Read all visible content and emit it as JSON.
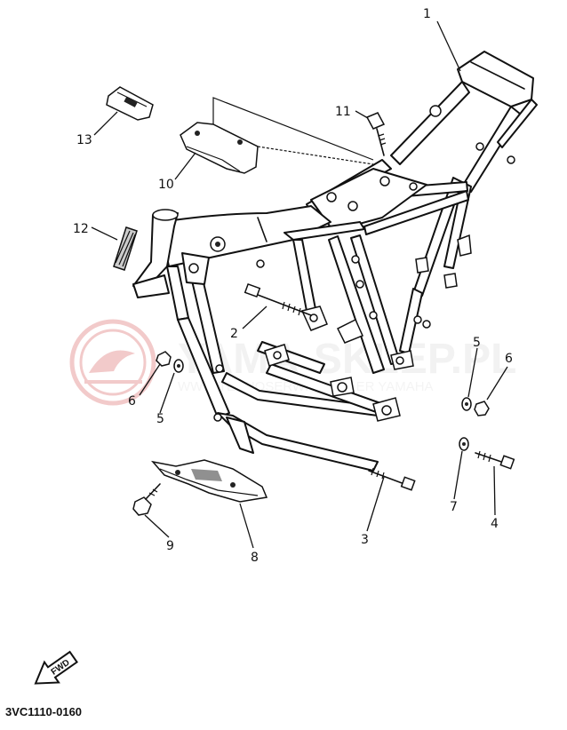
{
  "diagram": {
    "callouts": [
      "1",
      "2",
      "3",
      "4",
      "5",
      "6",
      "7",
      "8",
      "9",
      "10",
      "11",
      "12",
      "13"
    ],
    "duplicate_callouts": [
      "5",
      "6"
    ]
  },
  "watermark": {
    "text": "YAMA-SKLEP.PL",
    "subtext": "WWW.TECHOSERWIS DEALER YAMAHA",
    "color": "#e8a0a0"
  },
  "fwd_label": "FWD",
  "document_code": "3VC1110-0160"
}
